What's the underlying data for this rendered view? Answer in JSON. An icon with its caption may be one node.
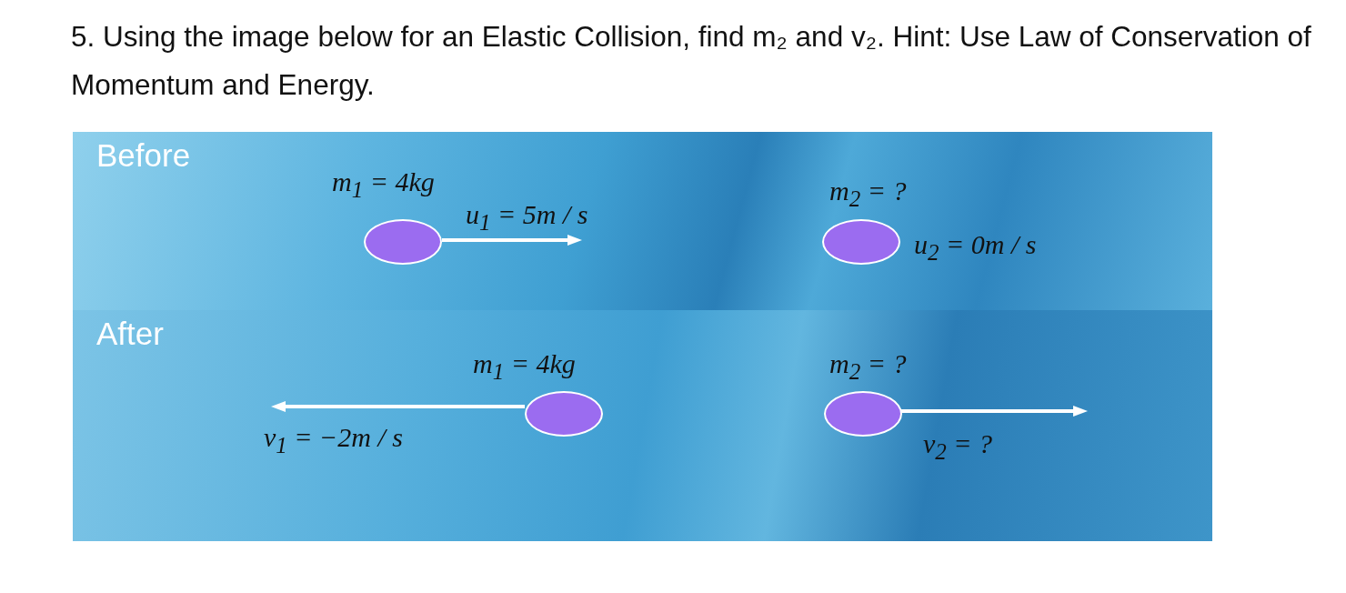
{
  "diagram": {
    "title": "5. Using the image below for an Elastic Collision, find m₂ and v₂. Hint: Use Law of Conservation of Momentum and Energy.",
    "nodes": [
      {
        "text": [
          "Before"
        ]
      },
      {
        "text": [],
        "shape": "circle",
        "in": 0,
        "beside": [
          "m$_{1}$ = 4kg",
          "u$_{1}$ = 5m / s"
        ]
      },
      {
        "text": [],
        "shape": "circle",
        "in": 0,
        "beside": [
          "m$_{2}$ = ?",
          "u$_{2}$ = 0m / s"
        ]
      },
      {
        "text": [
          "After"
        ]
      },
      {
        "text": [],
        "shape": "circle",
        "in": 3,
        "beside": [
          "m$_{1}$ = 4kg",
          "v$_{1}$ = −2m / s"
        ]
      },
      {
        "text": [],
        "shape": "circle",
        "in": 3,
        "beside": [
          "m$_{2}$ = ?",
          "v$_{2}$ = ?"
        ]
      }
    ]
  }
}
